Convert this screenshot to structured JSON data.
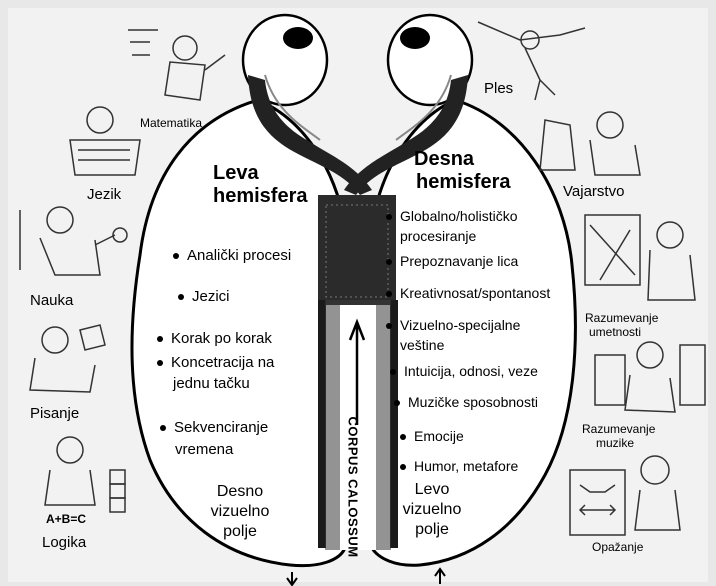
{
  "left": {
    "title_line1": "Leva",
    "title_line2": "hemisfera",
    "items": [
      "Analički procesi",
      "Jezici",
      "Korak po korak",
      "Koncetracija na",
      "jednu tačku",
      "Sekvenciranje",
      "vremena"
    ],
    "field": [
      "Desno",
      "vizuelno",
      "polje"
    ],
    "labels": [
      "Matematika",
      "Jezik",
      "Nauka",
      "Pisanje",
      "Logika"
    ],
    "logic_formula": "A+B=C"
  },
  "right": {
    "title_line1": "Desna",
    "title_line2": "hemisfera",
    "items": [
      "Globalno/holističko",
      "procesiranje",
      "Prepoznavanje lica",
      "Kreativnosat/spontanost",
      "Vizuelno-specijalne",
      "veštine",
      "Intuicija, odnosi, veze",
      "Muzičke sposobnosti",
      "Emocije",
      "Humor, metafore"
    ],
    "field": [
      "Levo",
      "vizuelno",
      "polje"
    ],
    "labels": [
      "Ples",
      "Vajarstvo",
      "Razumevanje",
      "umetnosti",
      "Razumevanje",
      "muzike",
      "Opažanje"
    ]
  },
  "center": {
    "corpus": "CORPUS CALOSSUM"
  }
}
